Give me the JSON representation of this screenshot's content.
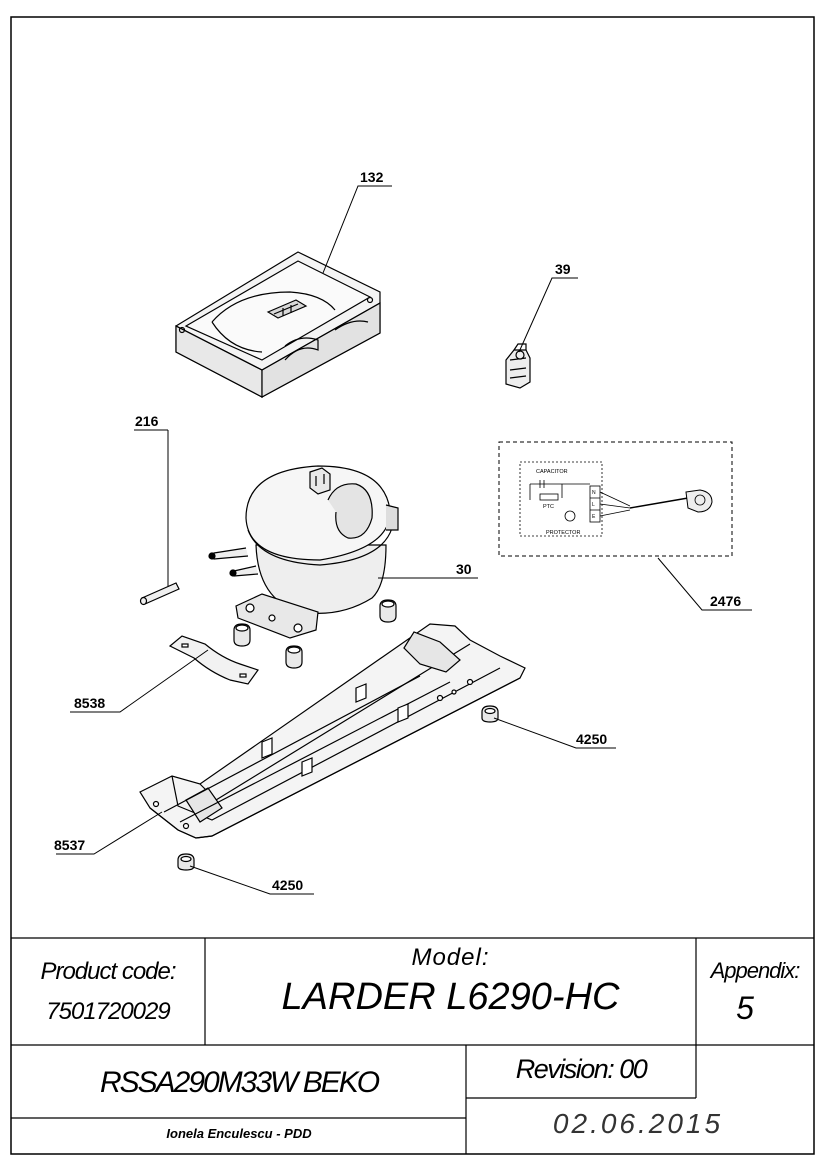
{
  "diagram": {
    "callouts": {
      "p132": "132",
      "p39": "39",
      "p216": "216",
      "p30": "30",
      "p2476": "2476",
      "p8538": "8538",
      "p4250a": "4250",
      "p8537": "8537",
      "p4250b": "4250"
    },
    "wiring": {
      "capacitor": "CAPACITOR",
      "ptc": "PTC",
      "protector": "PROTECTOR",
      "n": "N",
      "l": "L",
      "e": "E"
    }
  },
  "title_block": {
    "product_code_label": "Product code:",
    "product_code": "7501720029",
    "model_label": "Model:",
    "model": "LARDER L6290-HC",
    "appendix_label": "Appendix:",
    "appendix": "5",
    "product_name": "RSSA290M33W BEKO",
    "revision": "Revision: 00",
    "author": "Ionela Enculescu - PDD",
    "date": "02.06.2015"
  }
}
